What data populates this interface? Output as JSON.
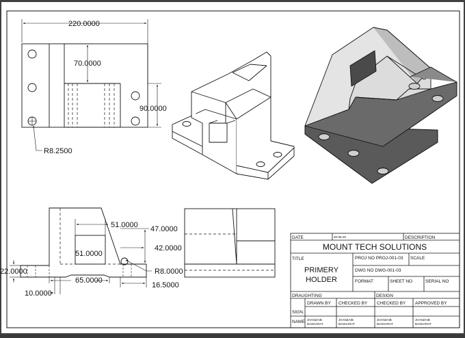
{
  "dimensions": {
    "top_width": "220.0000",
    "top_inner": "70.0000",
    "top_depth": "90.0000",
    "hole_radius": "R8.2500",
    "front_51_top": "51.0000",
    "front_51_inner": "51.0000",
    "front_47": "47.0000",
    "front_42": "42.0000",
    "front_r8": "R8.0000",
    "front_22": "22.0000",
    "front_65": "65.0000",
    "front_16": "16.5000",
    "front_10": "10.0000"
  },
  "title_block": {
    "date_label": "DATE",
    "date_value": "30-06-20",
    "description_label": "DESCRIPTION",
    "company": "MOUNT TECH SOLUTIONS",
    "title_label": "TITLE",
    "title_line1": "PRIMERY",
    "title_line2": "HOLDER",
    "proj_no": "PROJ NO  PROJ-001-03",
    "scale_label": "SCALE",
    "dwg_no": "DWG NO   DWG-001-03",
    "format_label": "FORMAT",
    "sheet_no_label": "SHEET NO",
    "serial_no_label": "SERIAL NO",
    "drafting_label": "DRAUGHTING",
    "design_label": "DESIGN",
    "drawn_by": "DRAWN BY",
    "checked_by_1": "CHECKED BY",
    "checked_by_2": "CHECKED BY",
    "approved_by": "APPROVED BY",
    "sign_label": "SIGN.",
    "name_label": "NAME",
    "name_1a": "JHANZAIB",
    "name_1b": "BASHARAT",
    "name_2a": "JHANZAIB",
    "name_2b": "BASHARAT",
    "name_3a": "JHANZAIB",
    "name_3b": "BASHARAT",
    "name_4a": "JHANZAIB",
    "name_4b": "BASHARAT"
  }
}
